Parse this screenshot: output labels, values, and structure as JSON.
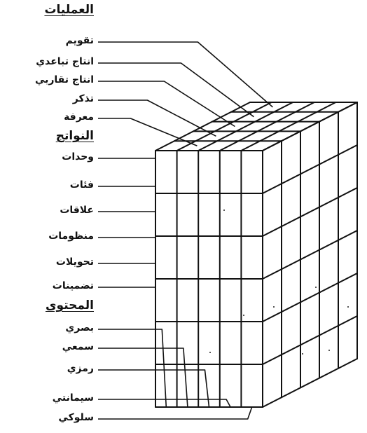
{
  "groups": {
    "operations": {
      "heading": "العمليات",
      "items": [
        "تقويم",
        "انتاج تباعدي",
        "انتاج تقاربي",
        "تذكر",
        "معرفة"
      ]
    },
    "products": {
      "heading": "النواتج",
      "items": [
        "وحدات",
        "فئات",
        "علاقات",
        "منظومات",
        "تحويلات",
        "تضمينات"
      ]
    },
    "content": {
      "heading": "المحتوى",
      "items": [
        "بصري",
        "سمعي",
        "رمزي",
        "سيمانتي",
        "سلوكي"
      ]
    }
  }
}
